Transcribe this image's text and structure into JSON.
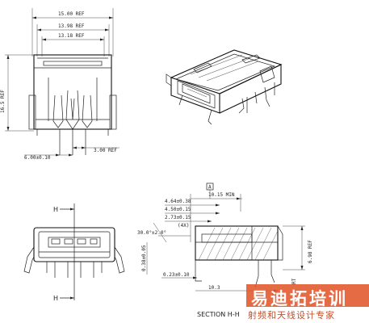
{
  "top_view": {
    "dim_overall": "15.00 REF",
    "dim_inner1": "13.98 REF",
    "dim_inner2": "13.18 REF",
    "dim_height": "16.5 REF",
    "dim_left": "6.00±0.10",
    "dim_right": "3.00 REF"
  },
  "front_view": {
    "section_mark_top": "H",
    "section_mark_bottom": "H"
  },
  "section_view": {
    "datum_tag": "A",
    "dim_1015": "10.15 MIN",
    "dim_464": "4.64±0.38",
    "dim_450": "4.50±0.15",
    "dim_273": "2.73±0.15",
    "dim_4x": "(4X)",
    "angle": "30.0°±2.0°",
    "dim_038": "0.38±0.05",
    "dim_023": "0.23±0.10",
    "dim_698": "6.98 REF",
    "dim_10_bottom": "10.3",
    "dim_rt": "RT",
    "title": "SECTION H-H"
  },
  "watermark": {
    "main": "易迪拓培训",
    "sub": "射频和天线设计专家"
  }
}
